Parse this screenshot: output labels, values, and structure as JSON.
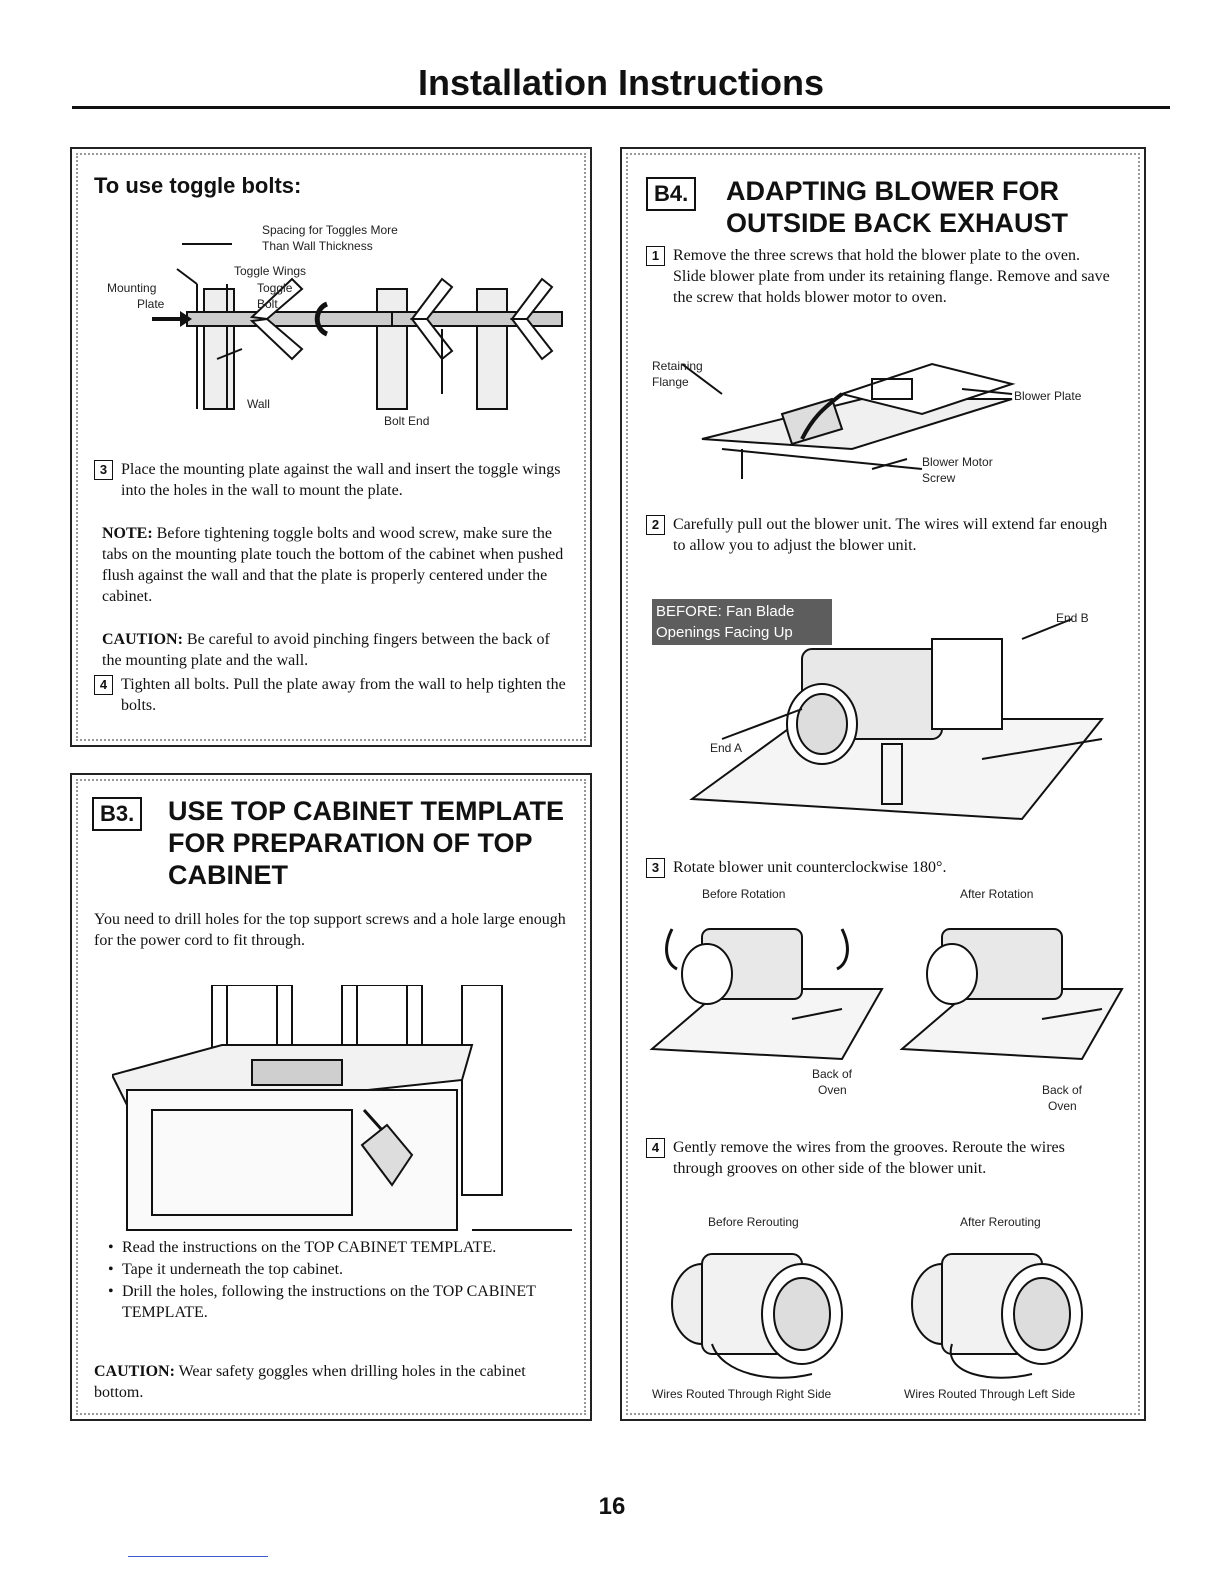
{
  "page": {
    "title": "Installation Instructions",
    "page_number": "16"
  },
  "left_top": {
    "heading": "To use toggle bolts:",
    "figure_labels": {
      "spacing": "Spacing for Toggles More",
      "than_wall": "Than Wall Thickness",
      "toggle_wings": "Toggle Wings",
      "mounting": "Mounting",
      "plate": "Plate",
      "toggle": "Toggle",
      "bolt": "Bolt",
      "wall": "Wall",
      "bolt_end": "Bolt End"
    },
    "step3_num": "3",
    "step3": "Place the mounting plate against the wall and insert the toggle wings into the holes in the wall to mount the plate.",
    "note_label": "NOTE:",
    "note": " Before tightening toggle bolts and wood screw, make sure the tabs on the mounting plate touch the bottom of the cabinet when pushed flush against the wall and that the plate is properly centered under the cabinet.",
    "caution_label": "CAUTION:",
    "caution": " Be careful to avoid pinching fingers between the back of the mounting plate and the wall.",
    "step4_num": "4",
    "step4": "Tighten all bolts. Pull the plate away from the wall to help tighten the bolts."
  },
  "b3": {
    "badge": "B3.",
    "heading_line1": "USE TOP CABINET TEMPLATE",
    "heading_line2": "FOR PREPARATION OF TOP",
    "heading_line3": "CABINET",
    "intro": "You need to drill holes for the top support screws and a hole large enough for the power cord to fit through.",
    "bullets": [
      "Read the instructions on the TOP CABINET TEMPLATE.",
      "Tape it underneath the top cabinet.",
      "Drill the holes, following the instructions on the TOP CABINET TEMPLATE."
    ],
    "caution_label": "CAUTION:",
    "caution": " Wear safety goggles when drilling holes in the cabinet bottom."
  },
  "b4": {
    "badge": "B4.",
    "heading_line1": "ADAPTING BLOWER FOR",
    "heading_line2": "OUTSIDE BACK EXHAUST",
    "step1_num": "1",
    "step1": "Remove the three screws that hold the blower plate to the oven. Slide blower plate from under its retaining flange. Remove and save the screw that holds blower motor to oven.",
    "fig1_labels": {
      "retaining": "Retaining",
      "flange": "Flange",
      "blower_plate": "Blower Plate",
      "blower_motor": "Blower Motor",
      "screw": "Screw"
    },
    "step2_num": "2",
    "step2": "Carefully pull out the blower unit. The wires will extend far enough to allow you to adjust the blower unit.",
    "fig2_labels": {
      "banner_line1": "BEFORE: Fan Blade",
      "banner_line2": "Openings Facing Up",
      "end_b": "End B",
      "end_a": "End A"
    },
    "step3_num": "3",
    "step3": "Rotate blower unit counterclockwise 180°.",
    "fig3_labels": {
      "before": "Before Rotation",
      "after": "After Rotation",
      "back_of": "Back of",
      "oven": "Oven"
    },
    "step4_num": "4",
    "step4": "Gently remove the wires from the grooves. Reroute the wires through grooves on other side of the blower unit.",
    "fig4_labels": {
      "before": "Before Rerouting",
      "after": "After Rerouting",
      "right": "Wires Routed Through Right Side",
      "left": "Wires Routed Through Left Side"
    }
  }
}
